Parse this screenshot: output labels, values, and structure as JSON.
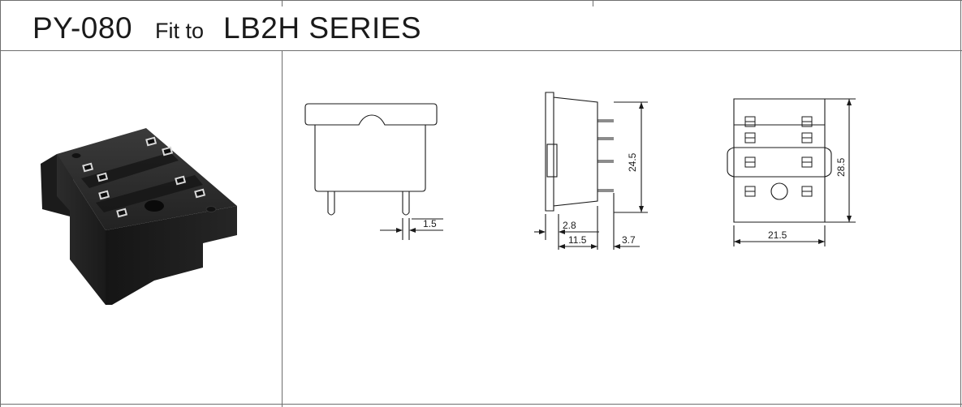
{
  "header": {
    "model": "PY-080",
    "fit_text": "Fit to",
    "series": "LB2H SERIES"
  },
  "product_photo": {
    "icon": "relay-socket-photo-icon",
    "body_color": "#1e1e1e",
    "terminal_color": "#d9d9d9"
  },
  "dimensions": {
    "pin_width": "1.5",
    "height": "24.5",
    "pin_offset": "2.8",
    "body_depth": "11.5",
    "pin_length": "3.7",
    "total_height": "28.5",
    "width": "21.5"
  }
}
